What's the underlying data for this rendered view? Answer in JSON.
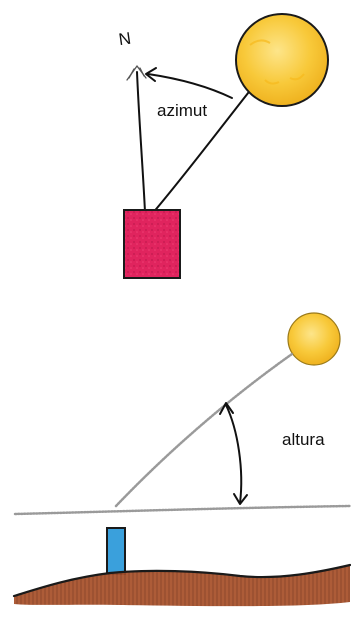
{
  "azimuth_view": {
    "north_marker": "N",
    "angle_label": "azimut",
    "sun_icon": "sun-icon",
    "building_icon": "building-top-view-icon"
  },
  "altitude_view": {
    "angle_label": "altura",
    "sun_icon": "sun-icon",
    "building_icon": "building-side-view-icon"
  },
  "colors": {
    "sun_fill": "#f8c93a",
    "sun_outline": "#1a1a1a",
    "building_top": "#e0245e",
    "building_side": "#3aa0dc",
    "ground": "#a9532e",
    "sky_line": "#9a9a9a",
    "ink": "#111111"
  }
}
